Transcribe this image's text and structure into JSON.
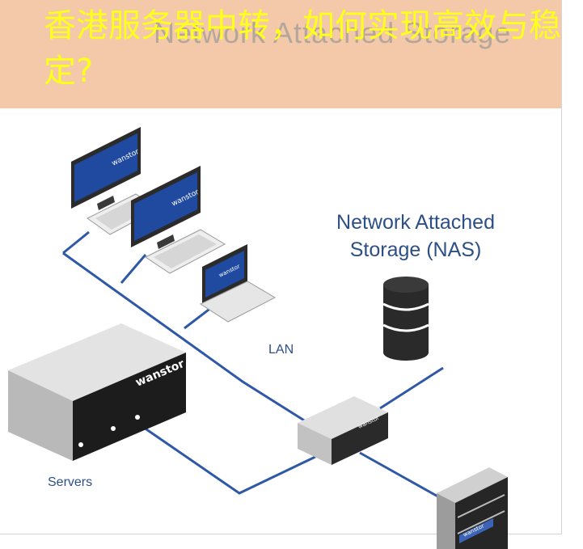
{
  "overlay_title": "香港服务器中转，如何实现高效与稳定?",
  "background_title": "Network Attached Storage",
  "nas_label": "Network Attached Storage (NAS)",
  "lan_label": "LAN",
  "servers_label": "Servers",
  "brand_text": "wanstor",
  "colors": {
    "network_line": "#2f58a6",
    "banner": "#f4c9a9",
    "overlay_text": "#ffff1a",
    "label_text": "#2d4f86",
    "screen": "#1f4aa0"
  },
  "icons": [
    "desktop-monitor-icon",
    "keyboard-icon",
    "laptop-icon",
    "nas-storage-icon",
    "server-icon",
    "network-switch-icon",
    "firewall-icon"
  ]
}
